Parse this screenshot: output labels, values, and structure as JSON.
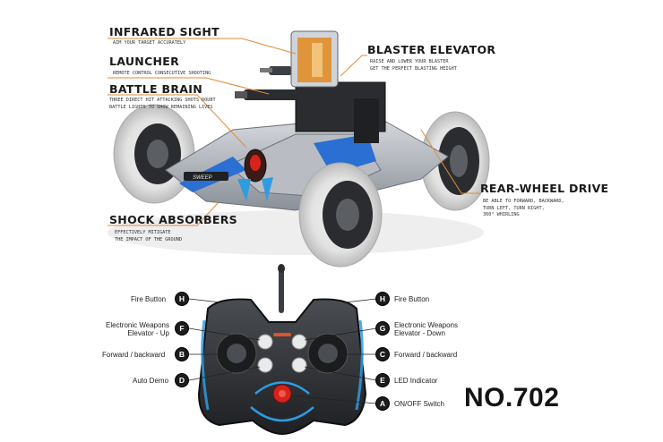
{
  "features": [
    {
      "title": "INFRARED SIGHT",
      "desc": "AIM YOUR TARGET ACCURATELY"
    },
    {
      "title": "LAUNCHER",
      "desc": "REMOTE CONTROL CONSECUTIVE SHOOTING"
    },
    {
      "title": "BATTLE BRAIN",
      "desc": "THREE DIRECT HIT ATTACKING SHOTS DOUBT\nBATTLE LIGHTS TO SHOW REMAINING LIVES"
    },
    {
      "title": "SHOCK ABSORBERS",
      "desc": "EFFECTIVELY MITIGATE\nTHE IMPACT OF THE GROUND"
    },
    {
      "title": "BLASTER ELEVATOR",
      "desc": "RAISE AND LOWER YOUR BLASTER\nGET THE PERFECT BLASTING HEIGHT"
    },
    {
      "title": "REAR-WHEEL DRIVE",
      "desc": "BE ABLE TO FORWARD, BACKWARD,\nTURN LEFT, TURN RIGHT,\n360° WHIRLING"
    }
  ],
  "controls_left": [
    {
      "badge": "H",
      "label": "Fire Button"
    },
    {
      "badge": "F",
      "label": "Electronic Weapons\nElevator - Up"
    },
    {
      "badge": "B",
      "label": "Forward / backward"
    },
    {
      "badge": "D",
      "label": "Auto Demo"
    }
  ],
  "controls_right": [
    {
      "badge": "H",
      "label": "Fire Button"
    },
    {
      "badge": "G",
      "label": "Electronic Weapons\nElevator - Down"
    },
    {
      "badge": "C",
      "label": "Forward / backward"
    },
    {
      "badge": "E",
      "label": "LED Indicator"
    },
    {
      "badge": "A",
      "label": "ON/OFF Switch"
    }
  ],
  "model": "NO.702",
  "car_badge": "SWEEP",
  "colors": {
    "accent_line": "#e08a3a",
    "glow": "#2f9be0",
    "body_blue": "#2a6fd1",
    "red": "#d8231c"
  }
}
